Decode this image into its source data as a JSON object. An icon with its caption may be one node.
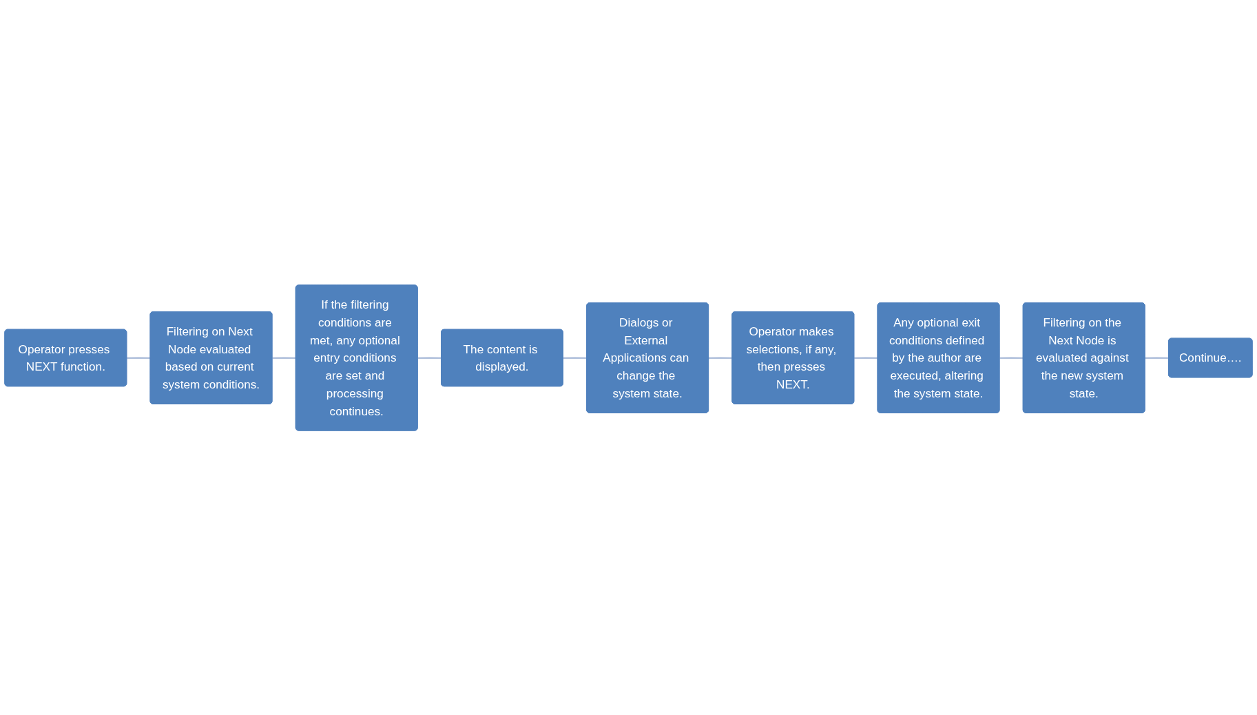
{
  "diagram": {
    "nodes": [
      {
        "text": [
          "Operator presses NEXT function."
        ]
      },
      {
        "text": [
          "Operator makes selections, if any, then presses NEXT."
        ]
      },
      {
        "text": [
          "Any optional exit conditions defined by the author are executed, altering the system state."
        ]
      },
      {
        "text": [
          "Filtering on Next Node evaluated based on current system conditions."
        ]
      },
      {
        "text": [
          "Dialogs or External Applications can change the system state."
        ]
      },
      {
        "text": [
          "Filtering on the Next Node is evaluated against the new system state."
        ]
      },
      {
        "text": [
          "If the filtering conditions are met, any optional entry conditions are set and processing continues."
        ]
      },
      {
        "text": [
          "The content is displayed."
        ]
      },
      {
        "text": [
          "Continue…."
        ]
      }
    ],
    "edges": [
      {
        "from": 0,
        "to": 3,
        "arrow": "none"
      },
      {
        "from": 3,
        "to": 6,
        "arrow": "none"
      },
      {
        "from": 6,
        "to": 7,
        "arrow": "none"
      },
      {
        "from": 7,
        "to": 4,
        "arrow": "none"
      },
      {
        "from": 4,
        "to": 1,
        "arrow": "none"
      },
      {
        "from": 1,
        "to": 2,
        "arrow": "none"
      },
      {
        "from": 2,
        "to": 5,
        "arrow": "none"
      },
      {
        "from": 5,
        "to": 8,
        "arrow": "none"
      }
    ]
  }
}
